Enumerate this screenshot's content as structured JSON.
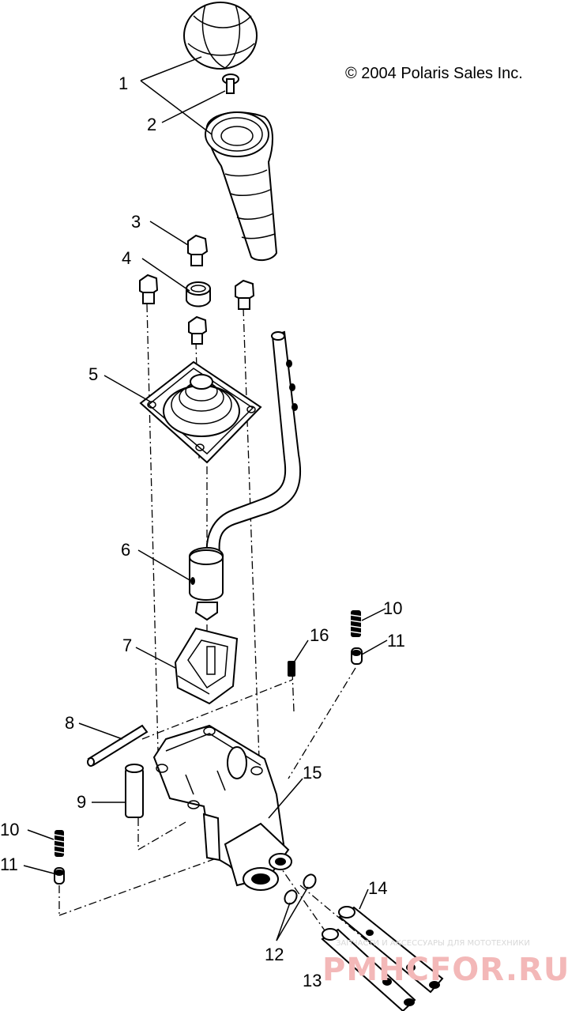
{
  "copyright": "© 2004 Polaris Sales Inc.",
  "watermark": {
    "line1": "ЗАПЧАСТИ И АКСЕССУАРЫ ДЛЯ МОТОТЕХНИКИ",
    "line2": "PMHCFOR.RU"
  },
  "callouts": {
    "c1": "1",
    "c2": "2",
    "c3": "3",
    "c4": "4",
    "c5": "5",
    "c6": "6",
    "c7": "7",
    "c8": "8",
    "c9": "9",
    "c10a": "10",
    "c10b": "10",
    "c11a": "11",
    "c11b": "11",
    "c12": "12",
    "c13": "13",
    "c14": "14",
    "c15": "15",
    "c16": "16"
  }
}
